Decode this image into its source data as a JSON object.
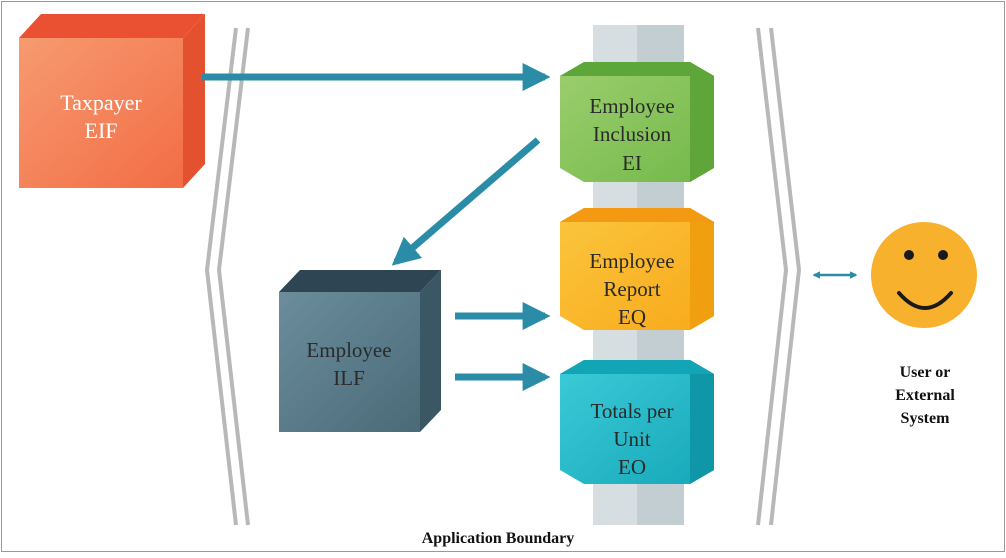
{
  "colors": {
    "arrow": "#2a8ca6",
    "boundary": "#b8b8b8",
    "pillar": "#cfd8dd",
    "taxpayer": "#f06b45",
    "employee_ilf": "#4d6e7e",
    "ei": "#7cc04e",
    "eq": "#f8b21f",
    "eo": "#1fb6c7",
    "face": "#f8b12d"
  },
  "nodes": {
    "taxpayer": {
      "line1": "Taxpayer",
      "line2": "EIF"
    },
    "employee_ilf": {
      "line1": "Employee",
      "line2": "ILF"
    },
    "ei": {
      "line1": "Employee",
      "line2": "Inclusion",
      "line3": "EI"
    },
    "eq": {
      "line1": "Employee",
      "line2": "Report",
      "line3": "EQ"
    },
    "eo": {
      "line1": "Totals per",
      "line2": "Unit",
      "line3": "EO"
    }
  },
  "user": {
    "line1": "User or",
    "line2": "External",
    "line3": "System",
    "icon": "smiley-face-icon"
  },
  "boundary_label": "Application Boundary"
}
